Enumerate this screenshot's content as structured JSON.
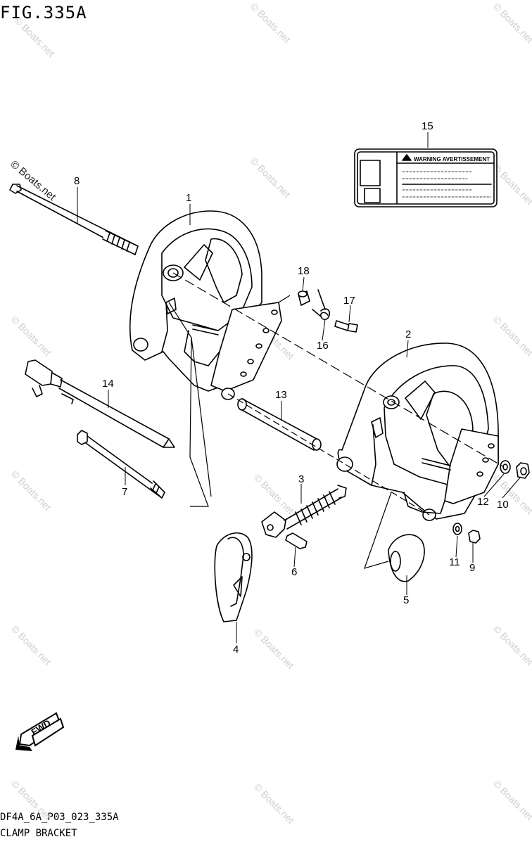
{
  "figure": {
    "title": "FIG.335A"
  },
  "footer": {
    "code": "DF4A_6A_P03_023_335A",
    "name": "CLAMP BRACKET"
  },
  "watermark": {
    "text": "© Boats.net",
    "color": "#cfcfcf"
  },
  "warning_label": {
    "text": "WARNING AVERTISSEMENT"
  },
  "fwd_arrow": {
    "text": "FWD"
  },
  "callouts": [
    "1",
    "2",
    "3",
    "4",
    "5",
    "6",
    "7",
    "8",
    "9",
    "10",
    "11",
    "12",
    "13",
    "14",
    "15",
    "16",
    "17",
    "18"
  ]
}
